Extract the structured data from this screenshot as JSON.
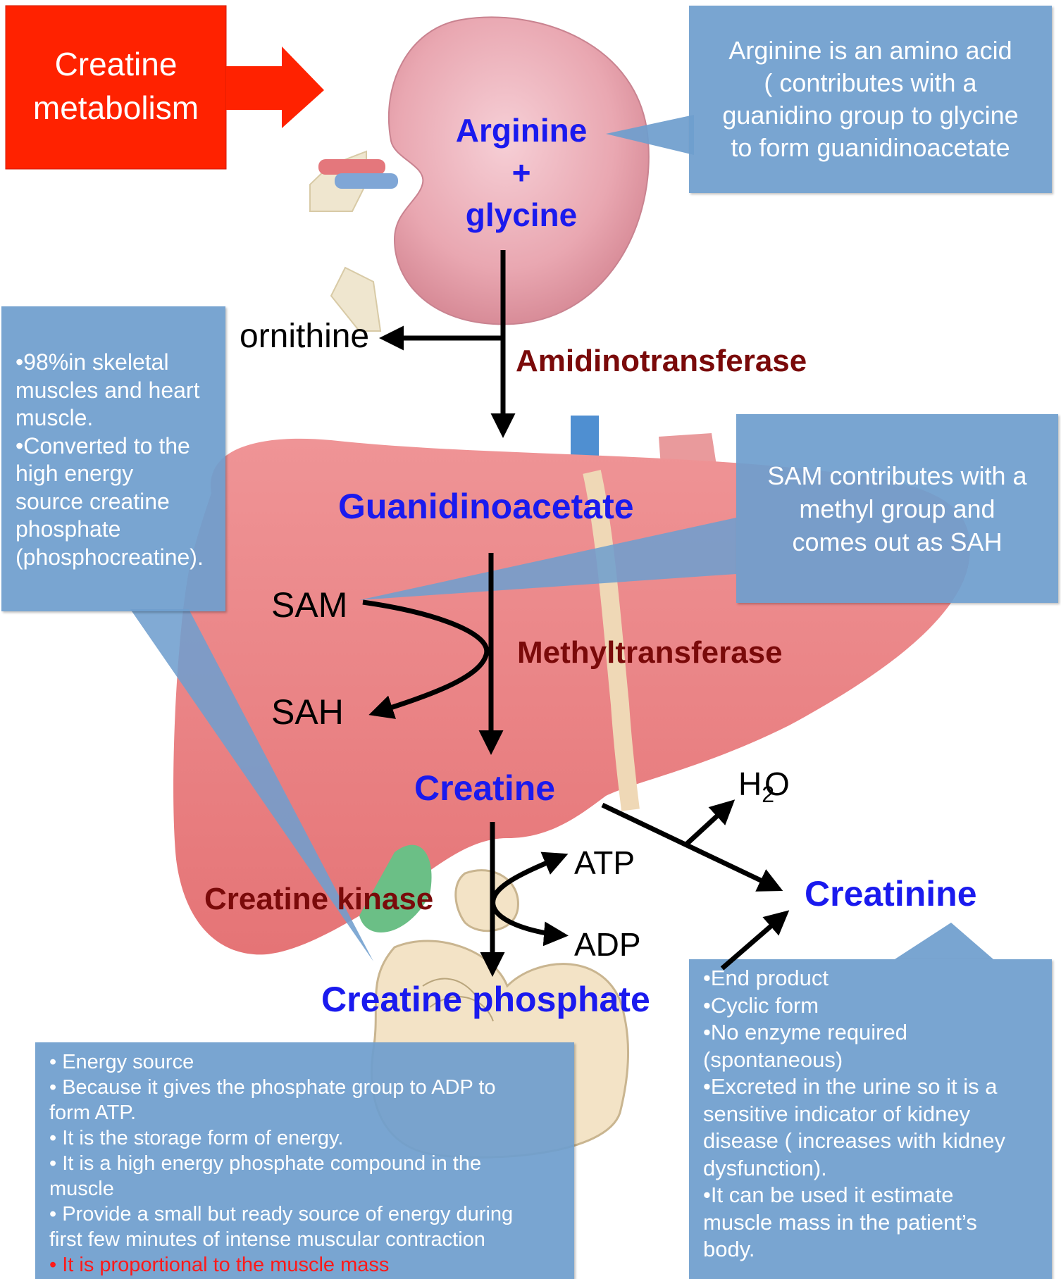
{
  "colors": {
    "title_box": "#ff2200",
    "callout": "#6f9ece",
    "node_text": "#1a1aee",
    "enzyme_text": "#7a0a0a",
    "highlight_text": "#ff1a1a"
  },
  "title": {
    "line1": "Creatine",
    "line2": "metabolism"
  },
  "nodes": {
    "arginine": "Arginine",
    "plus": "+",
    "glycine": "glycine",
    "guanidinoacetate": "Guanidinoacetate",
    "creatine": "Creatine",
    "creatine_phosphate": "Creatine phosphate",
    "creatinine": "Creatinine"
  },
  "enzymes": {
    "amidinotransferase": "Amidinotransferase",
    "methyltransferase": "Methyltransferase",
    "creatine_kinase": "Creatine kinase"
  },
  "side_products": {
    "ornithine": "ornithine",
    "sam": "SAM",
    "sah": "SAH",
    "atp": "ATP",
    "adp": "ADP",
    "h2o_h": "H",
    "h2o_sub": "2",
    "h2o_o": "O"
  },
  "callouts": {
    "arginine_note": [
      "Arginine is an amino acid",
      "( contributes with a",
      "guanidino group to glycine",
      "to form guanidinoacetate"
    ],
    "sam_note": [
      "SAM contributes with a",
      "methyl group and",
      "comes out as SAH"
    ],
    "creatine_note": [
      "•98%in skeletal",
      "muscles and heart",
      "muscle.",
      "•Converted to the",
      "high energy",
      "source creatine",
      "phosphate",
      "(phosphocreatine)."
    ],
    "phosphate_note": {
      "items": [
        "• Energy source",
        "• Because it gives the phosphate group to ADP to",
        "form ATP.",
        "• It is the storage form of energy.",
        "• It is a high energy phosphate compound in the",
        "muscle",
        "• Provide a small but ready source of energy during",
        "first few minutes of intense muscular contraction"
      ],
      "highlight": "• It is proportional to the muscle mass"
    },
    "creatinine_note": [
      "•End product",
      "•Cyclic form",
      "•No enzyme required",
      "(spontaneous)",
      "•Excreted in the urine so it is a",
      "sensitive indicator of kidney",
      "disease ( increases with kidney",
      "dysfunction).",
      "•It can be used it estimate",
      "muscle mass in the patient’s",
      "body."
    ]
  }
}
